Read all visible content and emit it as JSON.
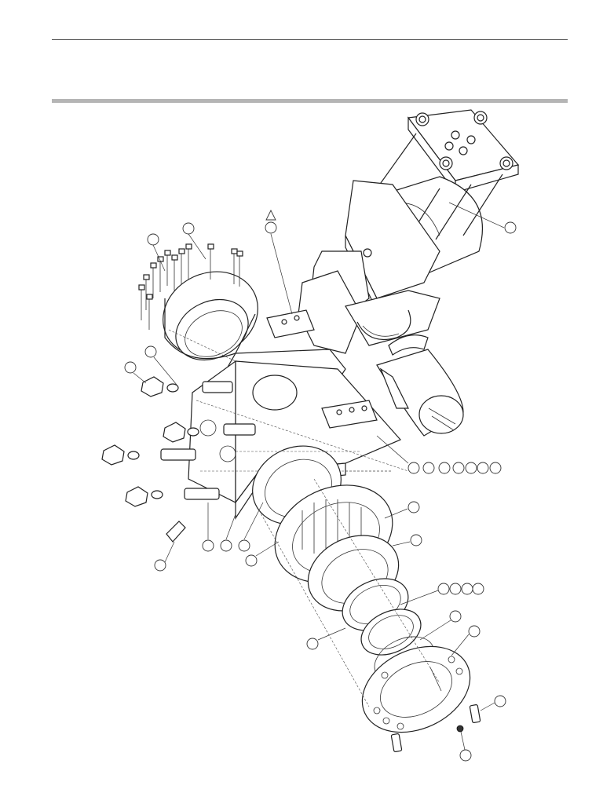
{
  "header": {
    "title": "",
    "rule_color": "#555555",
    "band_color": "#b5b5b5"
  },
  "diagram": {
    "type": "exploded-assembly-drawing",
    "callout_count": 33,
    "revision_marker": "triangle"
  }
}
